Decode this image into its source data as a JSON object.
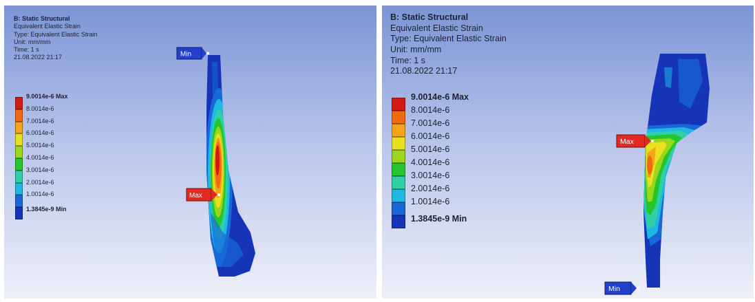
{
  "left_panel": {
    "info": {
      "title": "B: Static Structural",
      "result": "Equivalent Elastic Strain",
      "type": "Type: Equivalent Elastic Strain",
      "unit": "Unit: mm/mm",
      "time": "Time: 1 s",
      "date": "21.08.2022 21:17"
    },
    "legend": {
      "labels": [
        "9.0014e-6 Max",
        "8.0014e-6",
        "7.0014e-6",
        "6.0014e-6",
        "5.0014e-6",
        "4.0014e-6",
        "3.0014e-6",
        "2.0014e-6",
        "1.0014e-6"
      ],
      "bottom_label": "1.3845e-9 Min"
    },
    "tags": {
      "min": "Min",
      "max": "Max"
    }
  },
  "right_panel": {
    "info": {
      "title": "B: Static Structural",
      "result": "Equivalent Elastic Strain",
      "type": "Type: Equivalent Elastic Strain",
      "unit": "Unit: mm/mm",
      "time": "Time: 1 s",
      "date": "21.08.2022 21:17"
    },
    "legend": {
      "labels": [
        "9.0014e-6 Max",
        "8.0014e-6",
        "7.0014e-6",
        "6.0014e-6",
        "5.0014e-6",
        "4.0014e-6",
        "3.0014e-6",
        "2.0014e-6",
        "1.0014e-6"
      ],
      "bottom_label": "1.3845e-9 Min"
    },
    "tags": {
      "min": "Min",
      "max": "Max"
    }
  },
  "legend_colors": [
    "#d21a12",
    "#f06a10",
    "#f5a41a",
    "#e8e020",
    "#9ad71c",
    "#25c52d",
    "#2fd0a8",
    "#1fb8e0",
    "#1868d8",
    "#1634b8"
  ]
}
